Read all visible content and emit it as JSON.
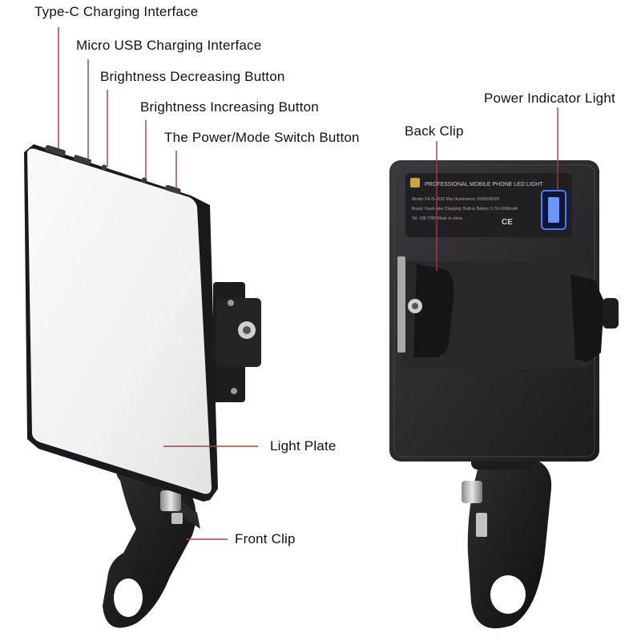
{
  "callouts": {
    "type_c": "Type-C Charging Interface",
    "micro_usb": "Micro USB Charging Interface",
    "brightness_down": "Brightness Decreasing Button",
    "brightness_up": "Brightness Increasing Button",
    "power_mode": "The Power/Mode Switch Button",
    "power_indicator": "Power Indicator Light",
    "back_clip": "Back Clip",
    "light_plate": "Light Plate",
    "front_clip": "Front Clip"
  },
  "device_label": {
    "title": "PROFESSIONAL MOBILE PHONE LED LIGHT",
    "lines": [
      "Model: FE-G-4532     Max Illuminance: 2500±/W/3H",
      "Brand: Flash-fake     Charging: Built-in Battery 3.7V+1000mAh",
      "Tel: 186-7355     Made in china"
    ],
    "badge": "CE"
  },
  "colors": {
    "leader_line": "#a0413a",
    "body_black": "#1b1b1d",
    "panel_dark": "#2a2a2c",
    "light_plate": "#f4f4f4",
    "indicator": "#4a7bff"
  }
}
